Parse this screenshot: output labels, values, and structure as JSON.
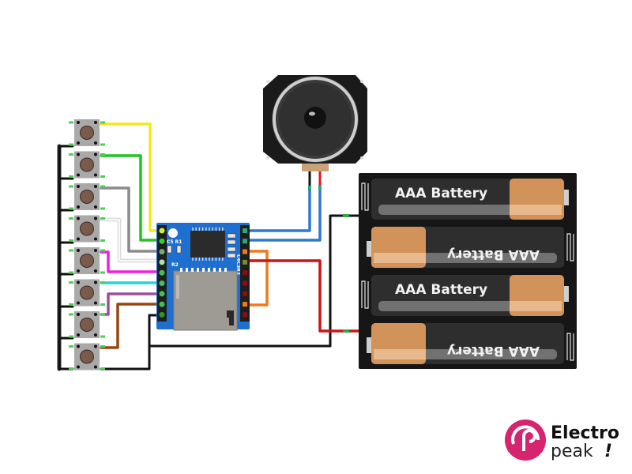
{
  "diagram": {
    "title": "DFPlayer Mini MP3 module wiring with 8 push buttons, speaker and 4x AAA battery holder",
    "components": {
      "buttons": {
        "count": 8,
        "label": "Tactile push button"
      },
      "module": {
        "label": "MP3 module",
        "silkscreen": [
          "C5",
          "R1",
          "R2",
          "C4",
          "C3",
          "R3"
        ]
      },
      "speaker": {
        "label": "Speaker"
      },
      "battery_holder": {
        "cells": [
          {
            "label": "AAA Battery",
            "orientation": "normal"
          },
          {
            "label": "AAA Battery",
            "orientation": "flipped"
          },
          {
            "label": "AAA Battery",
            "orientation": "normal"
          },
          {
            "label": "AAA Battery",
            "orientation": "flipped"
          }
        ]
      }
    },
    "wires": [
      {
        "from": "button-1",
        "to": "module-left-pin-1",
        "color": "#f2e81c"
      },
      {
        "from": "button-2",
        "to": "module-left-pin-2",
        "color": "#22c422"
      },
      {
        "from": "button-3",
        "to": "module-left-pin-3",
        "color": "#8a8a8a"
      },
      {
        "from": "button-4",
        "to": "module-left-pin-4",
        "color": "#f4f4f4"
      },
      {
        "from": "button-5",
        "to": "module-left-pin-5",
        "color": "#f01fe0"
      },
      {
        "from": "button-6",
        "to": "module-left-pin-6",
        "color": "#22d6d6"
      },
      {
        "from": "button-7",
        "to": "module-left-pin-7",
        "color": "#9c4fa0"
      },
      {
        "from": "button-8",
        "to": "module-left-pin-8",
        "color": "#9a4410"
      },
      {
        "from": "buttons-common",
        "to": "module-gnd",
        "color": "#1a1a1a"
      },
      {
        "from": "module-right-pin-1",
        "to": "speaker-negative",
        "color": "#2f78d0"
      },
      {
        "from": "module-right-pin-2",
        "to": "speaker-positive",
        "color": "#2f78d0"
      },
      {
        "from": "module-right-pin-3",
        "to": "module-right-pin-7",
        "color": "#ee7a1a"
      },
      {
        "from": "module-right-pin-4",
        "to": "battery-positive",
        "color": "#cc1515"
      },
      {
        "from": "module-gnd",
        "to": "battery-negative",
        "color": "#1a1a1a"
      }
    ],
    "colors": {
      "pcb_blue": "#1f6fd0",
      "sd_slot": "#9e9b95",
      "battery_copper": "#d2935a",
      "battery_body": "#2e2e2e",
      "holder": "#161616",
      "brand_magenta": "#d6246e"
    }
  },
  "logo": {
    "line1": "Electro",
    "line2": "peak",
    "mark": "!"
  }
}
